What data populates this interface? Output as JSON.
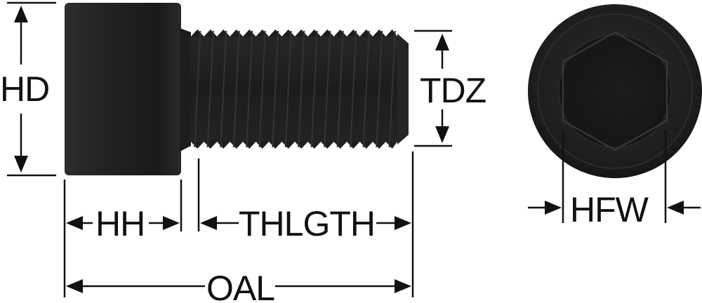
{
  "labels": {
    "head_diameter": "HD",
    "head_height": "HH",
    "thread_length": "THLGTH",
    "overall_length": "OAL",
    "thread_diameter": "TDZ",
    "hex_flat_width": "HFW"
  },
  "colors": {
    "part": "#1a1a1a",
    "part_highlight": "#3a3a3a",
    "ink": "#111111",
    "background": "#ffffff"
  }
}
